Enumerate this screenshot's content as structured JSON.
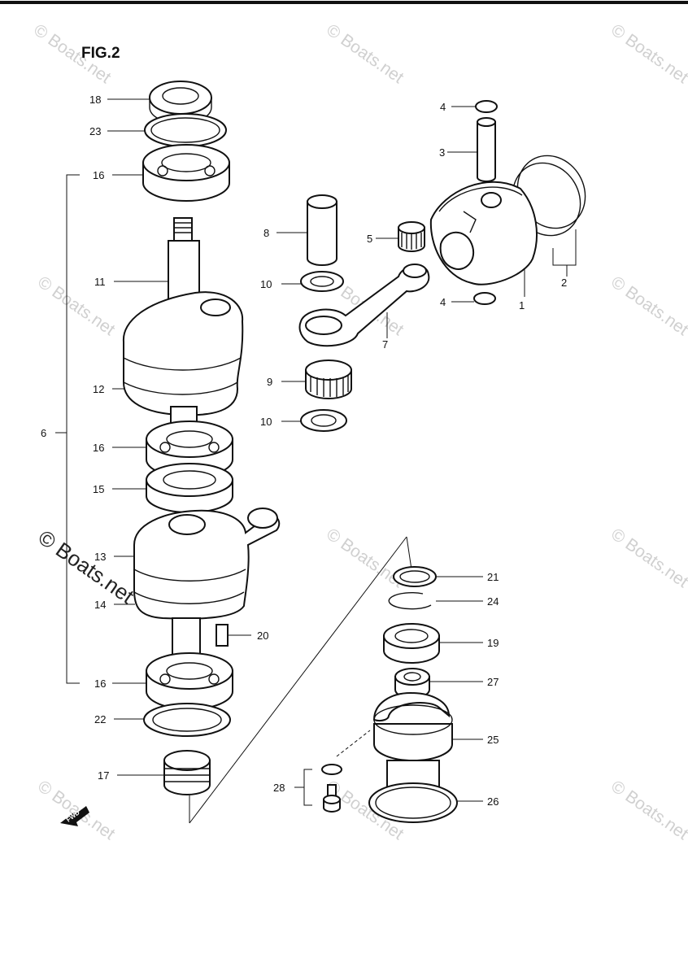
{
  "figure_label": "FIG.2",
  "watermark": "© Boats.net",
  "arrow_label": "FWD",
  "callouts": [
    {
      "id": "c18",
      "text": "18"
    },
    {
      "id": "c23",
      "text": "23"
    },
    {
      "id": "c16a",
      "text": "16"
    },
    {
      "id": "c11",
      "text": "11"
    },
    {
      "id": "c12",
      "text": "12"
    },
    {
      "id": "c6",
      "text": "6"
    },
    {
      "id": "c16b",
      "text": "16"
    },
    {
      "id": "c15",
      "text": "15"
    },
    {
      "id": "c13",
      "text": "13"
    },
    {
      "id": "c14",
      "text": "14"
    },
    {
      "id": "c20",
      "text": "20"
    },
    {
      "id": "c16c",
      "text": "16"
    },
    {
      "id": "c22",
      "text": "22"
    },
    {
      "id": "c17",
      "text": "17"
    },
    {
      "id": "c4a",
      "text": "4"
    },
    {
      "id": "c3",
      "text": "3"
    },
    {
      "id": "c8",
      "text": "8"
    },
    {
      "id": "c5",
      "text": "5"
    },
    {
      "id": "c10a",
      "text": "10"
    },
    {
      "id": "c4b",
      "text": "4"
    },
    {
      "id": "c1",
      "text": "1"
    },
    {
      "id": "c2",
      "text": "2"
    },
    {
      "id": "c7",
      "text": "7"
    },
    {
      "id": "c9",
      "text": "9"
    },
    {
      "id": "c10b",
      "text": "10"
    },
    {
      "id": "c21",
      "text": "21"
    },
    {
      "id": "c24",
      "text": "24"
    },
    {
      "id": "c19",
      "text": "19"
    },
    {
      "id": "c27",
      "text": "27"
    },
    {
      "id": "c25",
      "text": "25"
    },
    {
      "id": "c28",
      "text": "28"
    },
    {
      "id": "c26",
      "text": "26"
    }
  ]
}
